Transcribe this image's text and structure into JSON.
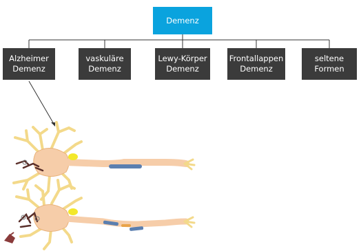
{
  "root": {
    "label": "Demenz",
    "color": "#0aa3de"
  },
  "children": [
    {
      "label": "Alzheimer\nDemenz"
    },
    {
      "label": "vaskuläre\nDemenz"
    },
    {
      "label": "Lewy-Körper\nDemenz"
    },
    {
      "label": "Frontallappen\nDemenz"
    },
    {
      "label": "seltene\nFormen"
    }
  ],
  "colors": {
    "child_box": "#3b3b3b",
    "connector": "#333333",
    "neuron_body": "#f6cda9",
    "neuron_outline": "#e9b27a",
    "nucleus": "#f3e82a",
    "dendrite": "#f3d98a",
    "myelin": "#5b7fb0",
    "plaque": "#5a2f2a"
  },
  "illustration": {
    "icons": [
      "healthy-neuron-icon",
      "degenerating-neuron-icon"
    ]
  }
}
